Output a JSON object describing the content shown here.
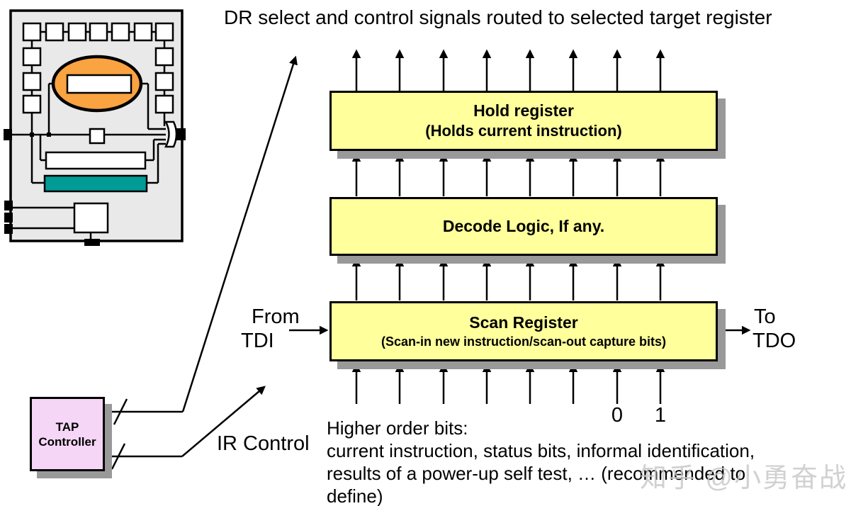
{
  "title": "DR select and control signals routed to selected target register",
  "registers": {
    "hold": {
      "name": "Hold register",
      "subtitle": "(Holds current instruction)"
    },
    "decode": {
      "name": "Decode Logic, If any."
    },
    "scan": {
      "name": "Scan Register",
      "subtitle": "(Scan-in new instruction/scan-out capture bits)"
    }
  },
  "io_labels": {
    "from_word": "From",
    "from_signal": "TDI",
    "to_word": "To",
    "to_signal": "TDO",
    "ir_control": "IR Control"
  },
  "bit_labels": {
    "zero": "0",
    "one": "1"
  },
  "tap_controller": {
    "line1": "TAP",
    "line2": "Controller"
  },
  "notes": {
    "line1": "Higher order bits:",
    "line2": "current instruction, status bits, informal identification,",
    "line3": "results of a power-up self test, … (recommended to",
    "line4": "define)"
  },
  "watermark": "知乎 @小勇奋战",
  "colors": {
    "register_fill": "#ffff9c",
    "drop_shadow": "#999999",
    "core_ellipse_orange": "#f9a341",
    "id_register_teal": "#009b95",
    "chip_fill_gray": "#e9e9e9",
    "tap_fill_pink": "#f6d6f6",
    "watermark_gray": "#c6c6c6"
  },
  "icons": {
    "arrowhead": "black-triangle-arrowhead",
    "bus_slash": "bus-width-slash-mark"
  }
}
